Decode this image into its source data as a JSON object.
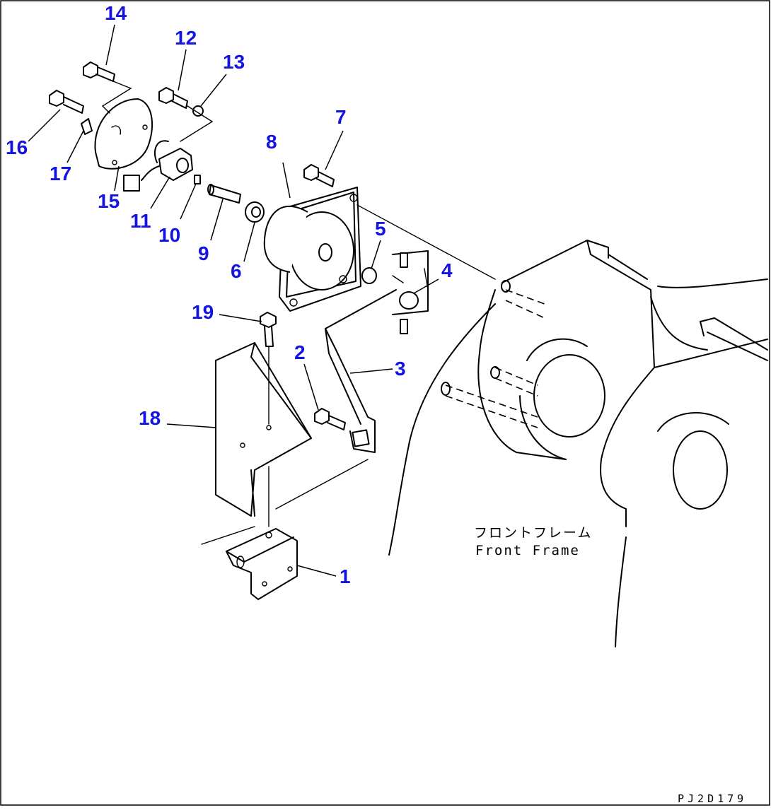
{
  "diagram": {
    "part_numbers": [
      "1",
      "2",
      "3",
      "4",
      "5",
      "6",
      "7",
      "8",
      "9",
      "10",
      "11",
      "12",
      "13",
      "14",
      "15",
      "16",
      "17",
      "18",
      "19"
    ],
    "frame_label_jp": "フロントフレーム",
    "frame_label_en": "Front Frame",
    "drawing_code": "PJ2D179",
    "colors": {
      "callout": "#1414e0",
      "line": "#000000",
      "background": "#ffffff"
    }
  }
}
